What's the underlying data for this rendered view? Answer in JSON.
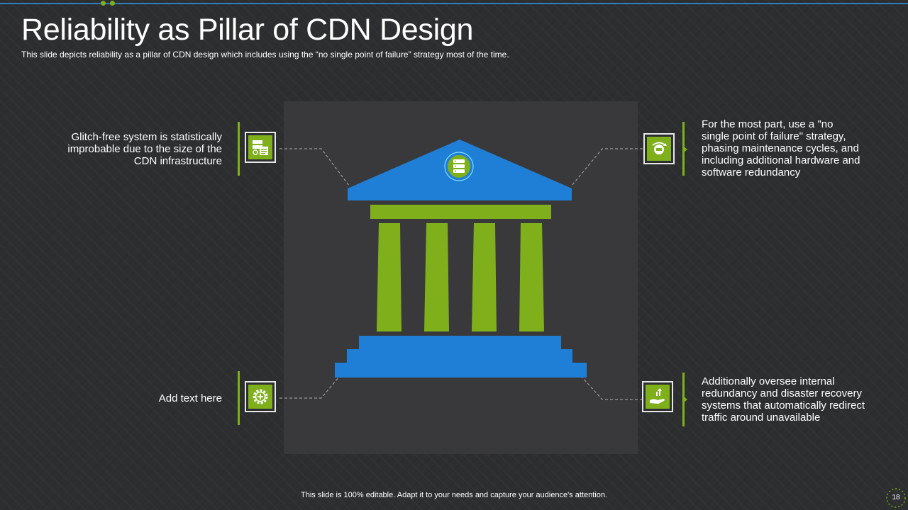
{
  "slide": {
    "title": "Reliability as Pillar of CDN Design",
    "subtitle": "This slide depicts reliability as a pillar of CDN design which includes using the “no single point of failure” strategy most of the time.",
    "footer": "This slide is 100% editable. Adapt it to your needs and capture your audience's attention.",
    "page_number": "18"
  },
  "points": {
    "top_left": {
      "lines": [
        "Glitch-free  system is statistically",
        "improbable due to the size of the",
        "CDN infrastructure"
      ],
      "icon": "server-settings-icon"
    },
    "bottom_left": {
      "lines": [
        "Add text here"
      ],
      "icon": "gear-icon"
    },
    "top_right": {
      "lines": [
        "For the most part, use a \"no",
        "single point of failure\" strategy,",
        "phasing maintenance cycles, and",
        "including additional hardware and",
        "software redundancy"
      ],
      "icon": "cloud-sync-icon"
    },
    "bottom_right": {
      "lines": [
        "Additionally oversee internal",
        "redundancy  and disaster recovery",
        "systems  that automatically  redirect",
        "traffic around unavailable"
      ],
      "icon": "hand-growth-icon"
    }
  },
  "colors": {
    "accent_green": "#7fb01c",
    "accent_blue": "#1f7fd6",
    "background": "#2d2e30"
  },
  "pillar_icon": "server-icon"
}
